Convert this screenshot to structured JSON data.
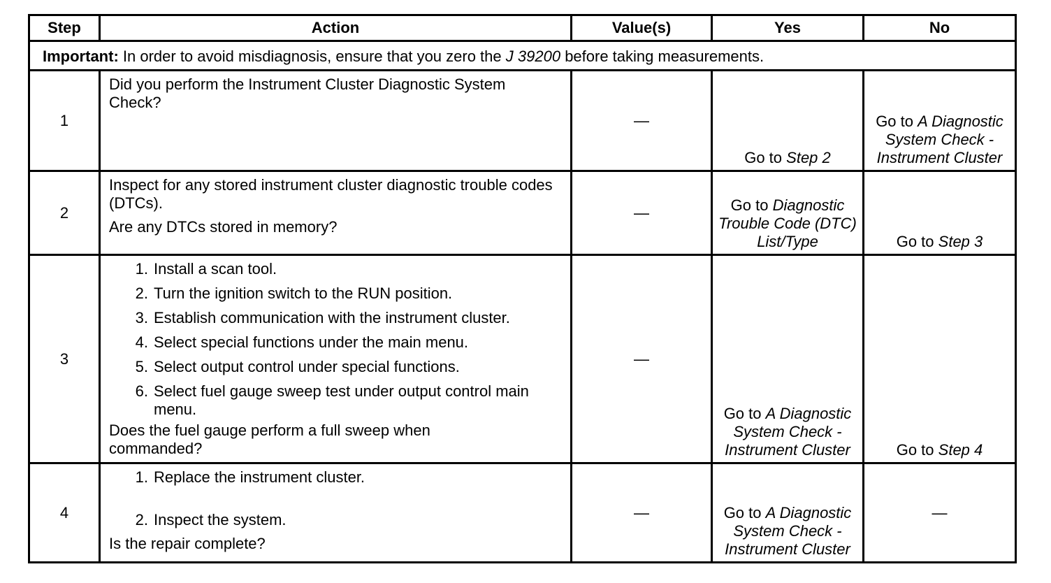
{
  "headers": {
    "step": "Step",
    "action": "Action",
    "values": "Value(s)",
    "yes": "Yes",
    "no": "No"
  },
  "important": {
    "label": "Important:",
    "text_before": "In order to avoid misdiagnosis, ensure that you zero the",
    "tool": "J 39200",
    "text_after": "before taking measurements."
  },
  "rows": [
    {
      "step": "1",
      "action_text": "Did you perform the Instrument Cluster Diagnostic System Check?",
      "value": "—",
      "yes_prefix": "Go to",
      "yes_link": "Step 2",
      "no_prefix": "Go to",
      "no_link": "A Diagnostic System Check - Instrument Cluster"
    },
    {
      "step": "2",
      "action_text": "Inspect for any stored instrument cluster diagnostic trouble codes (DTCs).",
      "action_question": "Are any DTCs stored in memory?",
      "value": "—",
      "yes_prefix": "Go to",
      "yes_link": "Diagnostic Trouble Code (DTC) List/Type",
      "no_prefix": "Go to",
      "no_link": "Step 3"
    },
    {
      "step": "3",
      "substeps": [
        "Install a scan tool.",
        "Turn the ignition switch to the RUN position.",
        "Establish communication with the instrument cluster.",
        "Select special functions under the main menu.",
        "Select output control under special functions.",
        "Select fuel gauge sweep test under output control main menu."
      ],
      "action_question": "Does the fuel gauge perform a full sweep when commanded?",
      "value": "—",
      "yes_prefix": "Go to",
      "yes_link": "A Diagnostic System Check - Instrument Cluster",
      "no_prefix": "Go to",
      "no_link": "Step 4"
    },
    {
      "step": "4",
      "substeps": [
        "Replace the instrument cluster.",
        "Inspect the system."
      ],
      "action_question": "Is the repair complete?",
      "value": "—",
      "yes_prefix": "Go to",
      "yes_link": "A Diagnostic System Check - Instrument Cluster",
      "no_value": "—"
    }
  ]
}
